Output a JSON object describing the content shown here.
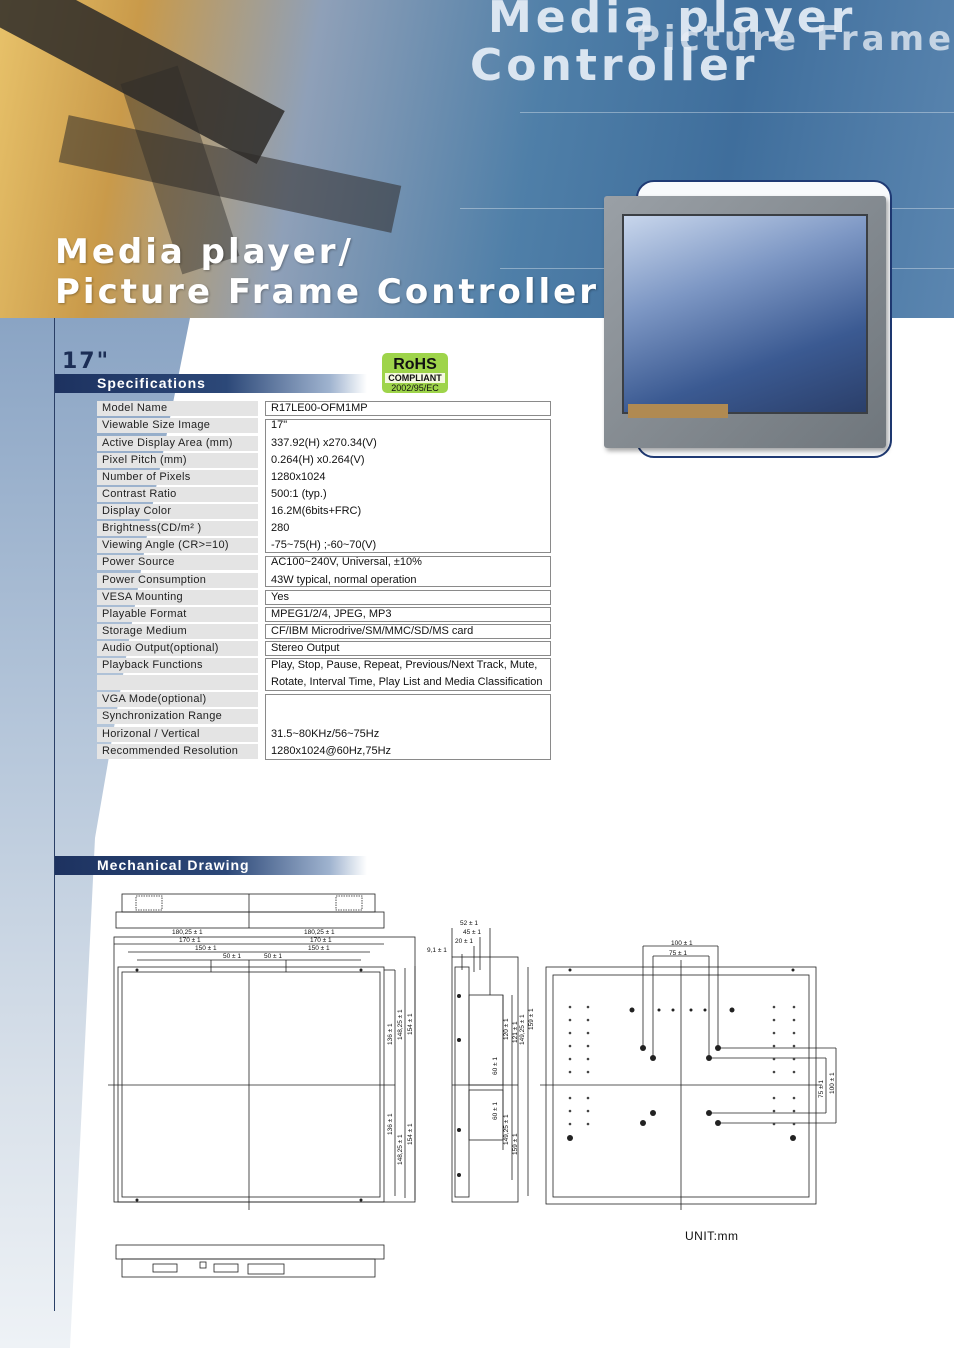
{
  "header": {
    "line1": "Media player",
    "line2": "Controller",
    "line3": "Picture Frame"
  },
  "main_title": {
    "line1": "Media player/",
    "line2": "Picture Frame Controller"
  },
  "size": "17\"",
  "rohs": {
    "title": "RoHS",
    "compliant": "COMPLIANT",
    "directive": "2002/95/EC"
  },
  "sections": {
    "specifications": "Specifications",
    "mechanical": "Mechanical Drawing"
  },
  "specs": {
    "labels": [
      "Model Name",
      "Viewable Size Image",
      "Active Display Area (mm)",
      "Pixel Pitch (mm)",
      "Number of Pixels",
      "Contrast Ratio",
      "Display Color",
      "Brightness(CD/m² )",
      "Viewing Angle (CR>=10)",
      "Power Source",
      "Power Consumption",
      "VESA Mounting",
      "Playable Format",
      "Storage Medium",
      "Audio Output(optional)",
      "Playback Functions",
      "VGA Mode(optional)",
      "Synchronization Range",
      "Horizonal / Vertical",
      "Recommended Resolution"
    ],
    "values": [
      "R17LE00-OFM1MP",
      "17\"",
      "337.92(H) x270.34(V)",
      "0.264(H) x0.264(V)",
      "1280x1024",
      "500:1 (typ.)",
      "16.2M(6bits+FRC)",
      "280",
      "-75~75(H) ;-60~70(V)",
      "AC100~240V, Universal, ±10%",
      "43W typical, normal operation",
      "Yes",
      "MPEG1/2/4, JPEG, MP3",
      "CF/IBM Microdrive/SM/MMC/SD/MS card",
      "Stereo Output",
      "Play, Stop, Pause, Repeat, Previous/Next Track, Mute,",
      "Rotate, Interval Time, Play List and Media Classification",
      "31.5~80KHz/56~75Hz",
      "1280x1024@60Hz,75Hz"
    ]
  },
  "drawing": {
    "front_top": [
      "180,25 ± 1",
      "170 ± 1",
      "150 ± 1",
      "50 ± 1"
    ],
    "front_right": [
      "136 ± 1",
      "148,25 ± 1",
      "154 ± 1"
    ],
    "side_top": [
      "52 ± 1",
      "45 ± 1",
      "20 ± 1",
      "9,1 ± 1"
    ],
    "side_right": [
      "120 ± 1",
      "121 ± 1",
      "149,25 ± 1",
      "159 ± 1"
    ],
    "side_inner": [
      "60 ± 1",
      "60 ± 1"
    ],
    "back_top": [
      "100 ± 1",
      "75 ± 1"
    ],
    "back_right": [
      "75 ± 1",
      "100 ± 1"
    ],
    "unit": "UNIT:mm"
  }
}
